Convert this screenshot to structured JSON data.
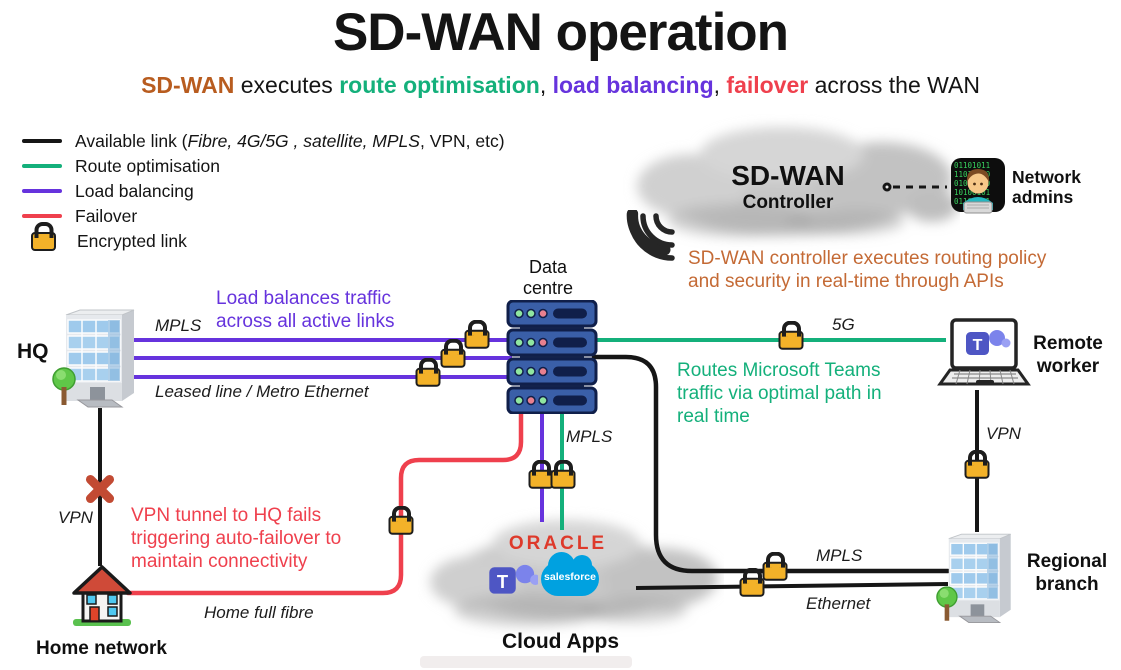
{
  "palette": {
    "green": "#14b07b",
    "purple": "#6633dd",
    "red": "#ef404d",
    "black_link": "#161616",
    "brand_orange": "#b85c1f",
    "annotation_orange": "#c46a35",
    "lock_gold": "#f3b229"
  },
  "icons": {
    "lock": "lock-icon",
    "signal_waves": "signal-waves-icon",
    "failed_link_x": "failed-link-x-icon",
    "office_building": "office-building-icon",
    "server_rack": "server-rack-icon",
    "laptop": "laptop-icon",
    "house": "house-icon",
    "network_admins": "network-admins-icon",
    "cloud": "cloud-icon",
    "teams_logo": "teams-logo-icon",
    "salesforce_logo": "salesforce-logo-icon",
    "oracle_logo": "oracle-logo-icon",
    "dashed_connector": "dashed-connector-icon"
  },
  "title": "SD-WAN operation",
  "subtitle": {
    "brand": "SD-WAN",
    "t1": " executes ",
    "route": "route optimisation",
    "c1": ", ",
    "load": "load balancing",
    "c2": ", ",
    "fail": "failover",
    "t2": " across the WAN"
  },
  "legend": {
    "available": {
      "prefix": "Available link (",
      "italic": "Fibre, 4G/5G , satellite, MPLS",
      "suffix": ", VPN, etc)"
    },
    "route": "Route optimisation",
    "load": "Load balancing",
    "failover": "Failover",
    "encrypted": "Encrypted link"
  },
  "controller": {
    "name": "SD-WAN",
    "role": "Controller",
    "admins": {
      "line1": "Network",
      "line2": "admins"
    },
    "annotation": {
      "line1": "SD-WAN controller executes routing policy",
      "line2": "and security in real-time through APIs"
    }
  },
  "nodes": {
    "hq": "HQ",
    "data_centre": {
      "line1": "Data",
      "line2": "centre"
    },
    "remote_worker": {
      "line1": "Remote",
      "line2": "worker"
    },
    "regional_branch": {
      "line1": "Regional",
      "line2": "branch"
    },
    "home": "Home network",
    "cloud_apps": {
      "label": "Cloud Apps",
      "oracle": "ORACLE",
      "salesforce": "salesforce",
      "teams_initial": "T"
    }
  },
  "link_labels": {
    "hq_mpls": "MPLS",
    "hq_leased": "Leased line / Metro Ethernet",
    "five_g": "5G",
    "remote_vpn": "VPN",
    "hq_vpn": "VPN",
    "home_fibre": "Home full fibre",
    "dc_mpls": "MPLS",
    "branch_mpls": "MPLS",
    "branch_ethernet": "Ethernet"
  },
  "annotations": {
    "load_balancing": {
      "line1": "Load balances traffic",
      "line2": "across all active links"
    },
    "route_optimisation": {
      "line1": "Routes Microsoft Teams",
      "line2": "traffic via optimal path in",
      "line3": "real time"
    },
    "failover": {
      "line1": "VPN tunnel to HQ fails",
      "line2": "triggering auto-failover to",
      "line3": "maintain connectivity"
    }
  }
}
